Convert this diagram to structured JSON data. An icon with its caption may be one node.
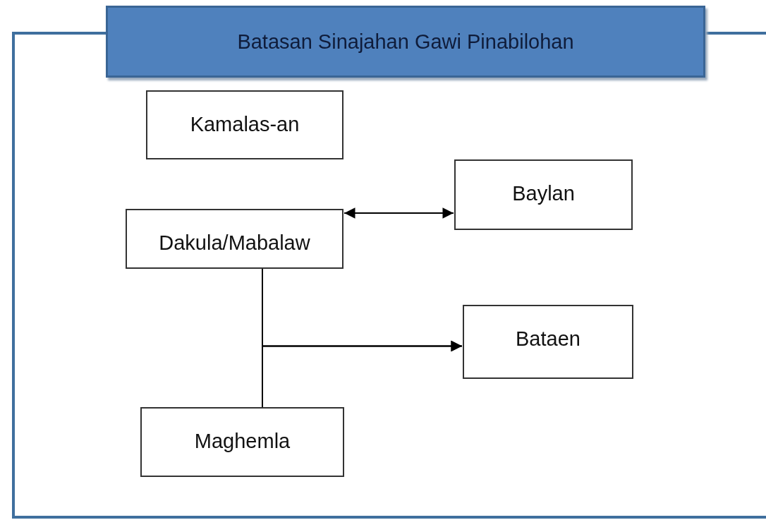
{
  "diagram": {
    "nodes": [
      {
        "text": [
          "Batasan Sinajahan Gawi Pinabilohan"
        ]
      },
      {
        "text": [
          "Kamalas-an"
        ],
        "in": 0
      },
      {
        "text": [
          "Baylan"
        ],
        "in": 0
      },
      {
        "text": [
          "Dakula/Mabalaw"
        ],
        "in": 0
      },
      {
        "text": [
          "Bataen"
        ],
        "in": 0
      },
      {
        "text": [
          "Maghemla"
        ],
        "in": 0
      }
    ],
    "edges": [
      {
        "from": 3,
        "to": 2,
        "arrow": "both"
      },
      {
        "from": 3,
        "to": 4,
        "arrow": "to"
      },
      {
        "from": 5,
        "to": 4,
        "arrow": "to"
      }
    ]
  }
}
